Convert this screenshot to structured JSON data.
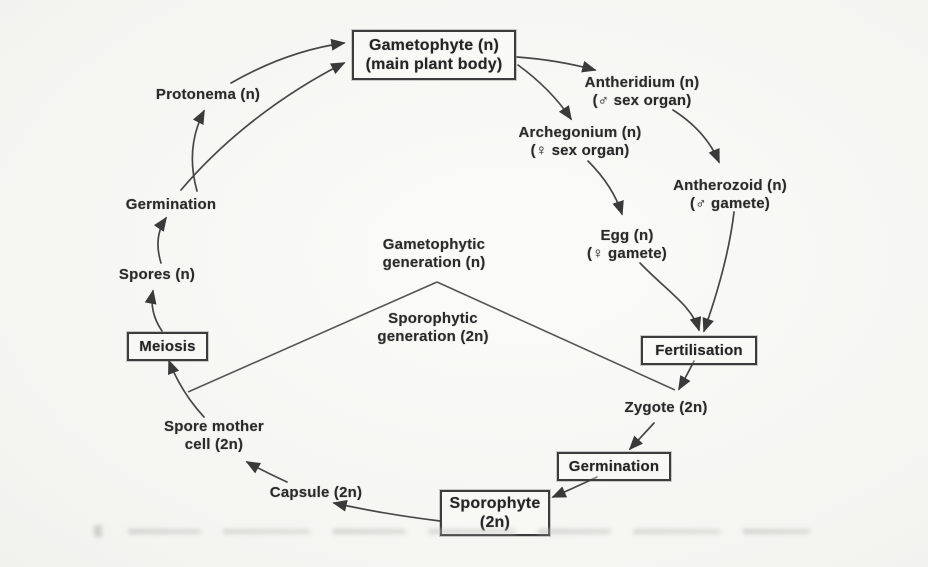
{
  "diagram": {
    "title_hint": "Moss life cycle — alternation of generations",
    "colors": {
      "ink": "#2a2a2a",
      "line": "#474747",
      "background": "#f5f5f2",
      "box_border": "#3c3c3c"
    },
    "nodes": {
      "gametophyte": {
        "line1": "Gametophyte (n)",
        "line2": "(main plant body)"
      },
      "protonema": {
        "label": "Protonema (n)"
      },
      "antheridium": {
        "line1": "Antheridium (n)",
        "line2": "(♂ sex organ)"
      },
      "archegonium": {
        "line1": "Archegonium (n)",
        "line2": "(♀ sex organ)"
      },
      "antherozoid": {
        "line1": "Antherozoid (n)",
        "line2": "(♂ gamete)"
      },
      "egg": {
        "line1": "Egg (n)",
        "line2": "(♀ gamete)"
      },
      "fertilisation": {
        "label": "Fertilisation"
      },
      "zygote": {
        "label": "Zygote (2n)"
      },
      "germination_right": {
        "label": "Germination"
      },
      "sporophyte": {
        "line1": "Sporophyte",
        "line2": "(2n)"
      },
      "capsule": {
        "label": "Capsule (2n)"
      },
      "spore_mother_cell": {
        "line1": "Spore mother",
        "line2": "cell (2n)"
      },
      "meiosis": {
        "label": "Meiosis"
      },
      "spores": {
        "label": "Spores (n)"
      },
      "germination_left": {
        "label": "Germination"
      },
      "gametophytic_generation": {
        "line1": "Gametophytic",
        "line2": "generation (n)"
      },
      "sporophytic_generation": {
        "line1": "Sporophytic",
        "line2": "generation (2n)"
      }
    }
  }
}
